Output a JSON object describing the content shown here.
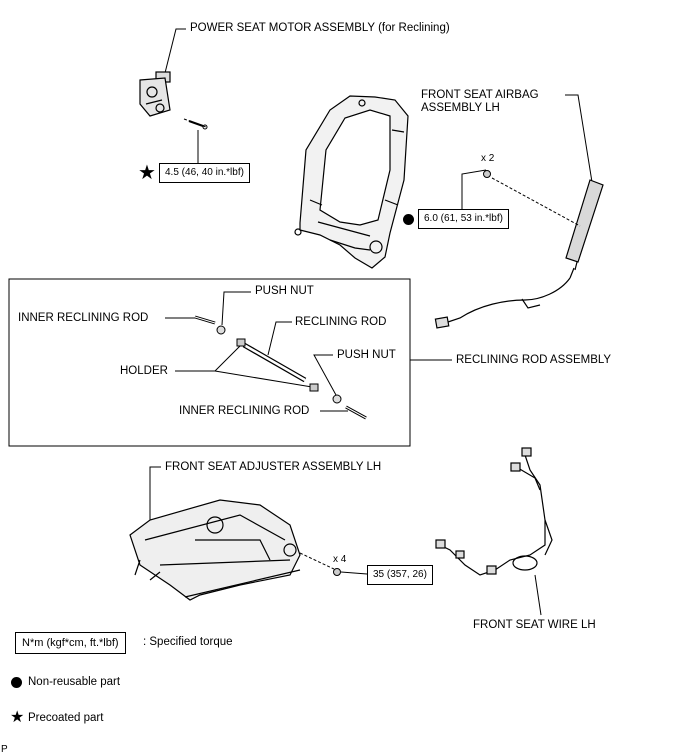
{
  "labels": {
    "power_seat_motor": "POWER SEAT MOTOR ASSEMBLY (for Reclining)",
    "front_seat_airbag_line1": "FRONT SEAT AIRBAG",
    "front_seat_airbag_line2": "ASSEMBLY LH",
    "push_nut_top": "PUSH NUT",
    "inner_reclining_rod_top": "INNER RECLINING ROD",
    "reclining_rod": "RECLINING ROD",
    "push_nut_right": "PUSH NUT",
    "holder": "HOLDER",
    "inner_reclining_rod_bottom": "INNER RECLINING ROD",
    "reclining_rod_assembly": "RECLINING ROD ASSEMBLY",
    "front_seat_adjuster": "FRONT SEAT ADJUSTER ASSEMBLY LH",
    "front_seat_wire": "FRONT SEAT WIRE LH",
    "qty_airbag": "x 2",
    "qty_adjuster": "x 4",
    "corner_mark": "P"
  },
  "torque": {
    "motor": "4.5 (46, 40 in.*lbf)",
    "airbag": "6.0 (61, 53 in.*lbf)",
    "adjuster": "35 (357, 26)"
  },
  "legend": {
    "unit_box": "N*m (kgf*cm, ft.*lbf)",
    "unit_text": ": Specified torque",
    "non_reusable": "Non-reusable part",
    "precoated": "Precoated part"
  }
}
